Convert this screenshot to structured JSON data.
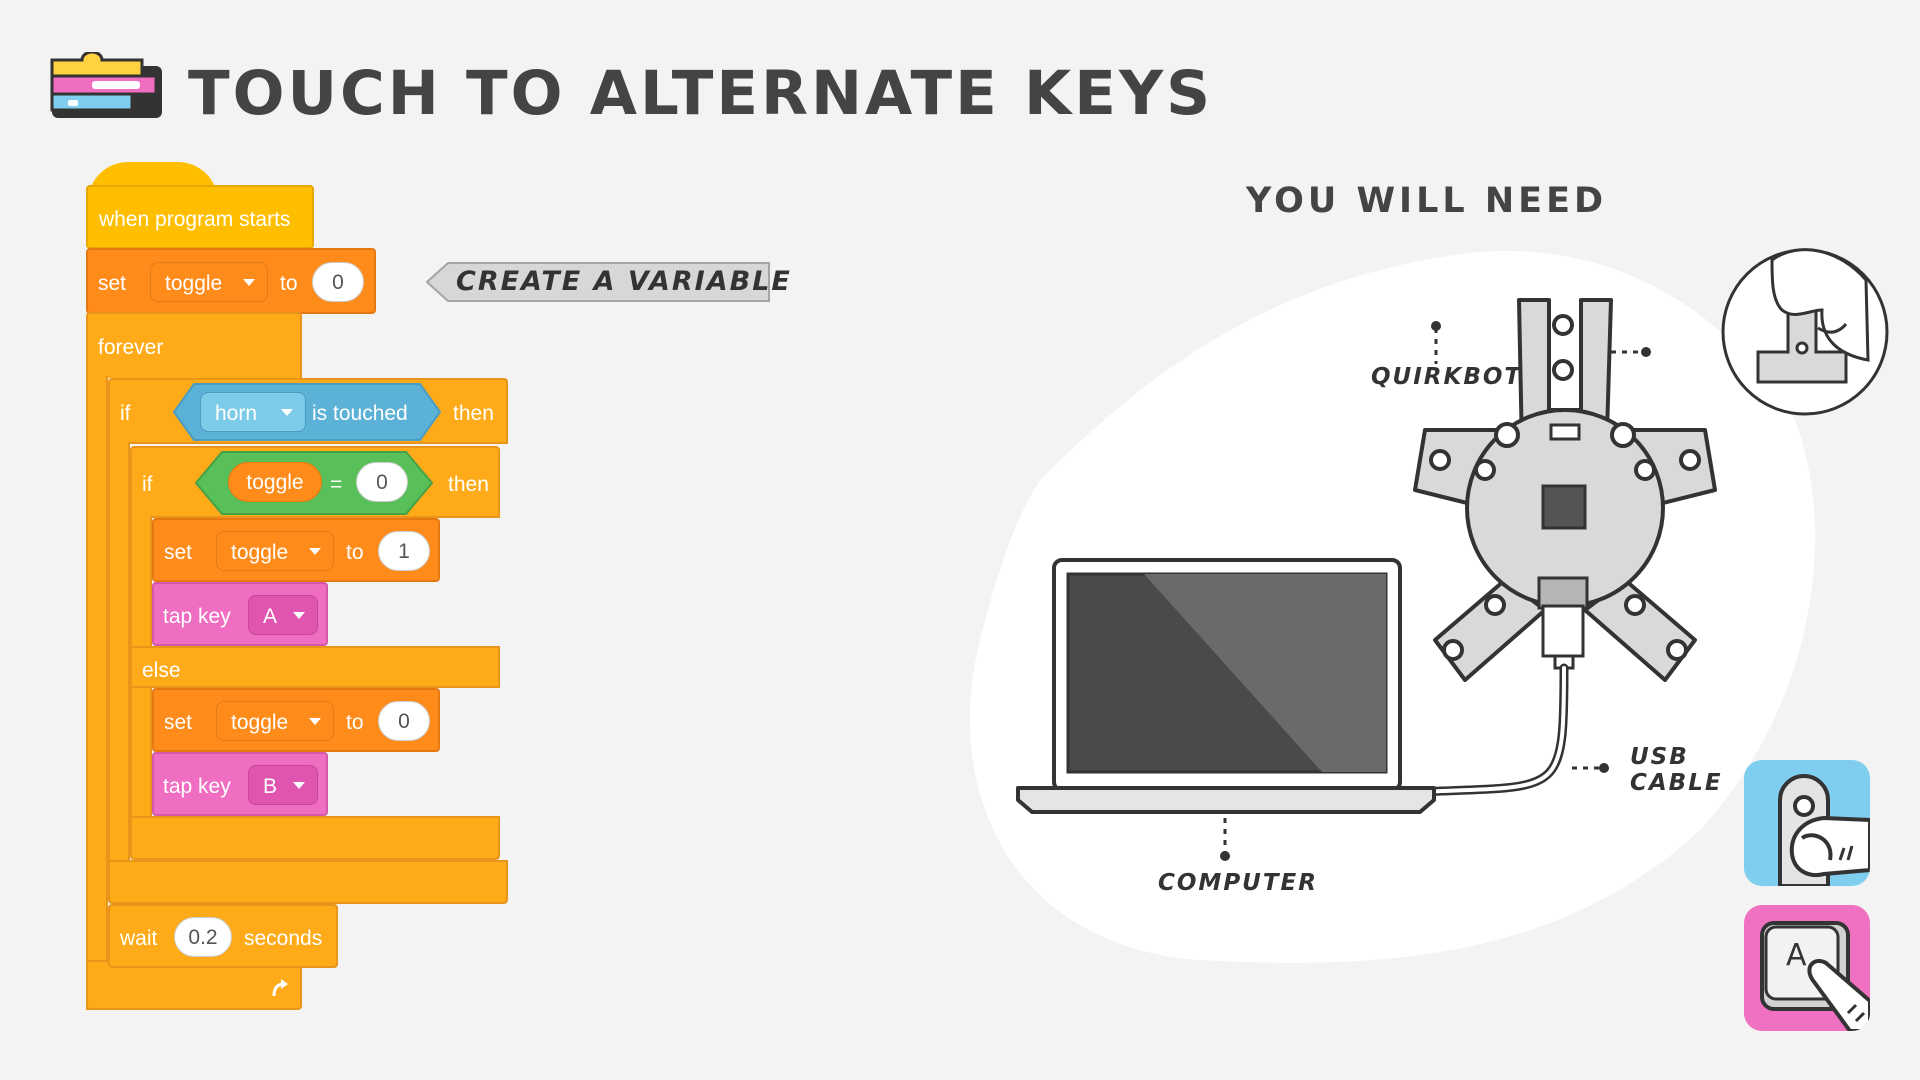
{
  "title": "TOUCH TO ALTERNATE KEYS",
  "program": {
    "when_program_starts": "when program starts",
    "set_1": {
      "set": "set",
      "var": "toggle",
      "to": "to",
      "value": "0"
    },
    "forever": "forever",
    "if_1": {
      "if": "if",
      "sensor": "horn",
      "is_touched": "is touched",
      "then": "then"
    },
    "if_2": {
      "if": "if",
      "var": "toggle",
      "op": "=",
      "value": "0",
      "then": "then"
    },
    "set_2": {
      "set": "set",
      "var": "toggle",
      "to": "to",
      "value": "1"
    },
    "tap_1": {
      "tap_key": "tap key",
      "key": "A"
    },
    "else": "else",
    "set_3": {
      "set": "set",
      "var": "toggle",
      "to": "to",
      "value": "0"
    },
    "tap_2": {
      "tap_key": "tap key",
      "key": "B"
    },
    "wait": {
      "wait": "wait",
      "value": "0.2",
      "seconds": "seconds"
    }
  },
  "callout": "CREATE A VARIABLE",
  "you_will_need": "YOU WILL NEED",
  "labels": {
    "quirkbot": "QUIRKBOT",
    "usb_line1": "USB",
    "usb_line2": "CABLE",
    "computer": "COMPUTER",
    "key_letter": "A"
  },
  "colors": {
    "events": "#ffbf00",
    "control": "#ffab19",
    "variables": "#ff8c1a",
    "sensing": "#5cb1d6",
    "operators": "#59c059",
    "keys": "#f06ec2",
    "touch_icon_bg": "#7fcdef",
    "key_icon_bg": "#f070c2"
  },
  "icons": [
    "blocks-logo-icon",
    "touch-sensor-icon",
    "keyboard-key-icon",
    "forever-loop-arrow-icon"
  ]
}
